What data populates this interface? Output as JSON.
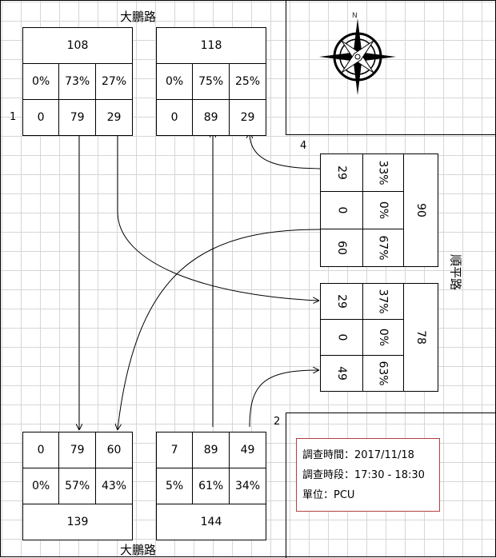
{
  "roads": {
    "north": "大鵬路",
    "south": "大鵬路",
    "east": "順平路"
  },
  "leg_numbers": {
    "leg1": "1",
    "leg2": "2",
    "leg4": "4"
  },
  "compass_letter": "N",
  "north_left": {
    "total": "108",
    "pcts": [
      "0%",
      "73%",
      "27%"
    ],
    "counts": [
      "0",
      "79",
      "29"
    ]
  },
  "north_right": {
    "total": "118",
    "pcts": [
      "0%",
      "75%",
      "25%"
    ],
    "counts": [
      "0",
      "89",
      "29"
    ]
  },
  "east_top": {
    "total": "90",
    "pcts": [
      "33%",
      "0%",
      "67%"
    ],
    "counts": [
      "29",
      "0",
      "60"
    ]
  },
  "east_bottom": {
    "total": "78",
    "pcts": [
      "37%",
      "0%",
      "63%"
    ],
    "counts": [
      "29",
      "0",
      "49"
    ]
  },
  "south_left": {
    "total": "139",
    "pcts": [
      "0%",
      "57%",
      "43%"
    ],
    "counts": [
      "0",
      "79",
      "60"
    ]
  },
  "south_right": {
    "total": "144",
    "pcts": [
      "5%",
      "61%",
      "34%"
    ],
    "counts": [
      "7",
      "89",
      "49"
    ]
  },
  "info": {
    "line1": "調查時間：2017/11/18",
    "line2": "調查時段：17:30 - 18:30",
    "line3": "單位：PCU"
  }
}
